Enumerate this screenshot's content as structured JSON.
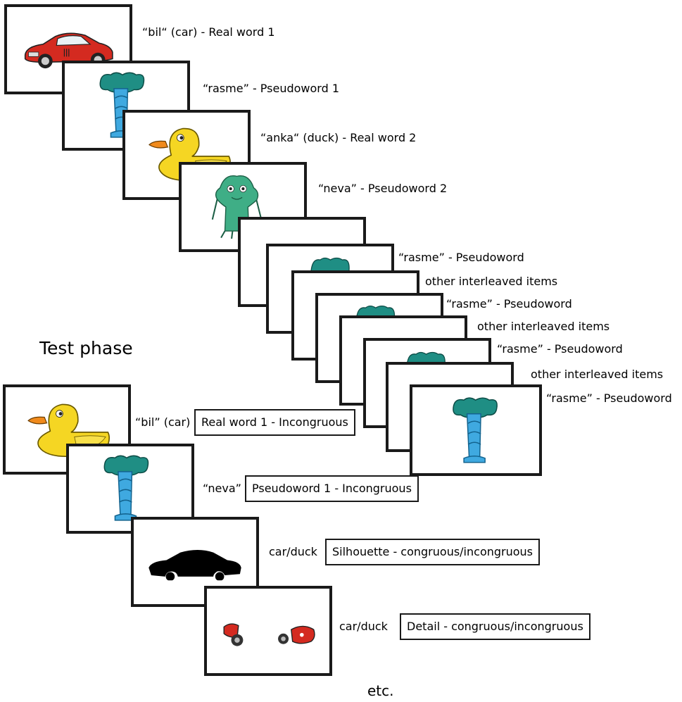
{
  "study": {
    "items": [
      {
        "label": "“bil“ (car) - Real word 1",
        "picture": "red-car"
      },
      {
        "label": "“rasme” - Pseudoword 1",
        "picture": "teal-pseudo-object"
      },
      {
        "label": "“anka“ (duck) - Real word 2",
        "picture": "yellow-duck"
      },
      {
        "label": "“neva” - Pseudoword 2",
        "picture": "green-creature"
      }
    ],
    "repetitions": [
      "“rasme” - Pseudoword",
      "other interleaved items",
      "“rasme” - Pseudoword",
      "other interleaved items",
      "“rasme” - Pseudoword",
      "other interleaved items",
      "“rasme” - Pseudoword"
    ]
  },
  "test_phase": {
    "title": "Test phase",
    "trials": [
      {
        "cue": "“bil”  (car)",
        "condition": "Real word 1 - Incongruous",
        "picture": "yellow-duck"
      },
      {
        "cue": "“neva”",
        "condition": "Pseudoword 1 - Incongruous",
        "picture": "teal-pseudo-object"
      },
      {
        "cue": "car/duck",
        "condition": "Silhouette - congruous/incongruous",
        "picture": "car-silhouette"
      },
      {
        "cue": "car/duck",
        "condition": "Detail - congruous/incongruous",
        "picture": "car-details"
      }
    ],
    "footer": "etc."
  },
  "colors": {
    "card_border": "#1a1a1a",
    "car_red": "#d42a20",
    "teal": "#1f8e84",
    "blue": "#3fa9e0",
    "duck_yellow": "#f5d623",
    "creature_green": "#3fae86"
  }
}
